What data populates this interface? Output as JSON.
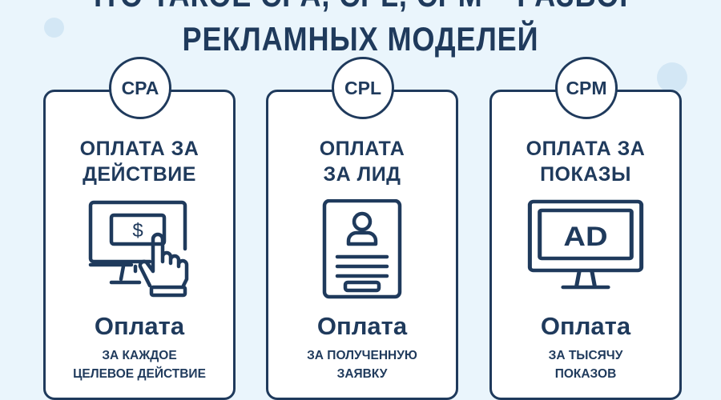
{
  "title": {
    "line1": "ЧТО ТАКОЕ CPA, CPL, CPM – РАЗБОР",
    "line2": "РЕКЛАМНЫХ МОДЕЛЕЙ"
  },
  "colors": {
    "primary": "#1f3a5c",
    "background": "#eaf5fc",
    "card": "#ffffff"
  },
  "cards": [
    {
      "badge": "CPA",
      "heading1": "ОПЛАТА ЗА",
      "heading2": "ДЕЙСТВИЕ",
      "icon": "monitor-dollar-hand-click-icon",
      "pay": "Оплата",
      "desc1": "ЗА КАЖДОЕ",
      "desc2": "ЦЕЛЕВОЕ ДЕЙСТВИЕ"
    },
    {
      "badge": "CPL",
      "heading1": "ОПЛАТА",
      "heading2": "ЗА ЛИД",
      "icon": "lead-form-icon",
      "pay": "Оплата",
      "desc1": "ЗА ПОЛУЧЕННУЮ",
      "desc2": "ЗАЯВКУ"
    },
    {
      "badge": "CPM",
      "heading1": "ОПЛАТА ЗА",
      "heading2": "ПОКАЗЫ",
      "icon": "monitor-ad-icon",
      "icon_text": "AD",
      "pay": "Оплата",
      "desc1": "ЗА ТЫСЯЧУ",
      "desc2": "ПОКАЗОВ"
    }
  ]
}
